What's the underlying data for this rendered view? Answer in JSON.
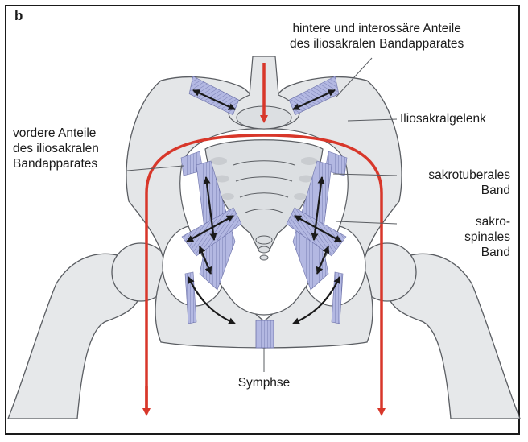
{
  "figure": {
    "panel_letter": "b",
    "labels": {
      "posterior_line1": "hintere und interossäre Anteile",
      "posterior_line2": "des iliosakralen Bandapparates",
      "si_joint": "Iliosakralgelenk",
      "anterior_line1": "vordere Anteile",
      "anterior_line2": "des iliosakralen",
      "anterior_line3": "Bandapparates",
      "sacrotuberous_line1": "sakrotuberales",
      "sacrotuberous_line2": "Band",
      "sacrospinous_line1": "sakro-",
      "sacrospinous_line2": "spinales",
      "sacrospinous_line3": "Band",
      "symphysis": "Symphse"
    },
    "colors": {
      "bone_fill": "#e4e6e8",
      "bone_stroke": "#5a5d62",
      "ligament": "#a9aedb",
      "force_arrow": "#d8372a",
      "tension_arrow": "#1a1a1a"
    }
  }
}
